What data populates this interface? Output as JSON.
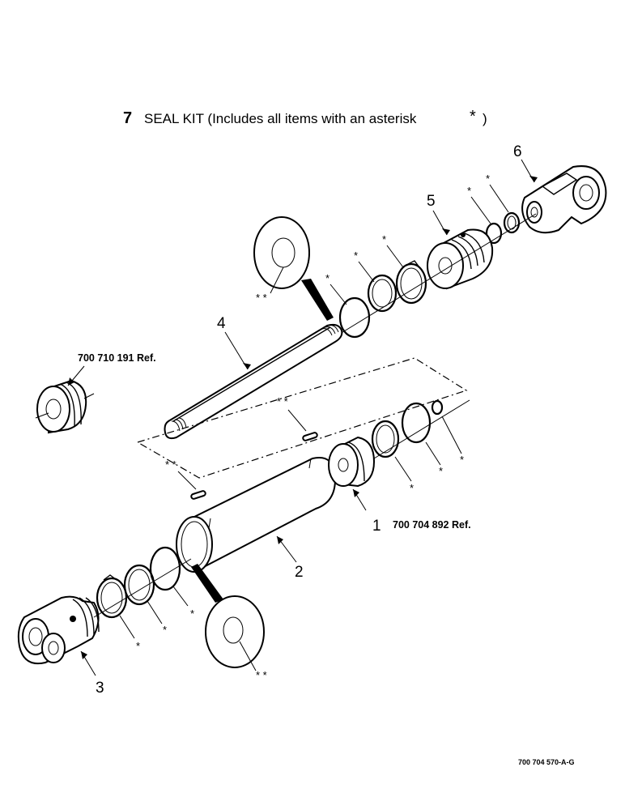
{
  "title": {
    "number": "7",
    "text": "SEAL KIT  (Includes all items with an asterisk",
    "asterisk": "*",
    "close": ")"
  },
  "callouts": {
    "p1": "1",
    "p2": "2",
    "p3": "3",
    "p4": "4",
    "p5": "5",
    "p6": "6"
  },
  "refs": {
    "piston_ref": "700 704 892 Ref.",
    "gland_ref": "700 710 191 Ref."
  },
  "marks": {
    "single": "*",
    "double": "* *"
  },
  "drawing_code": "700 704 570-A-G"
}
